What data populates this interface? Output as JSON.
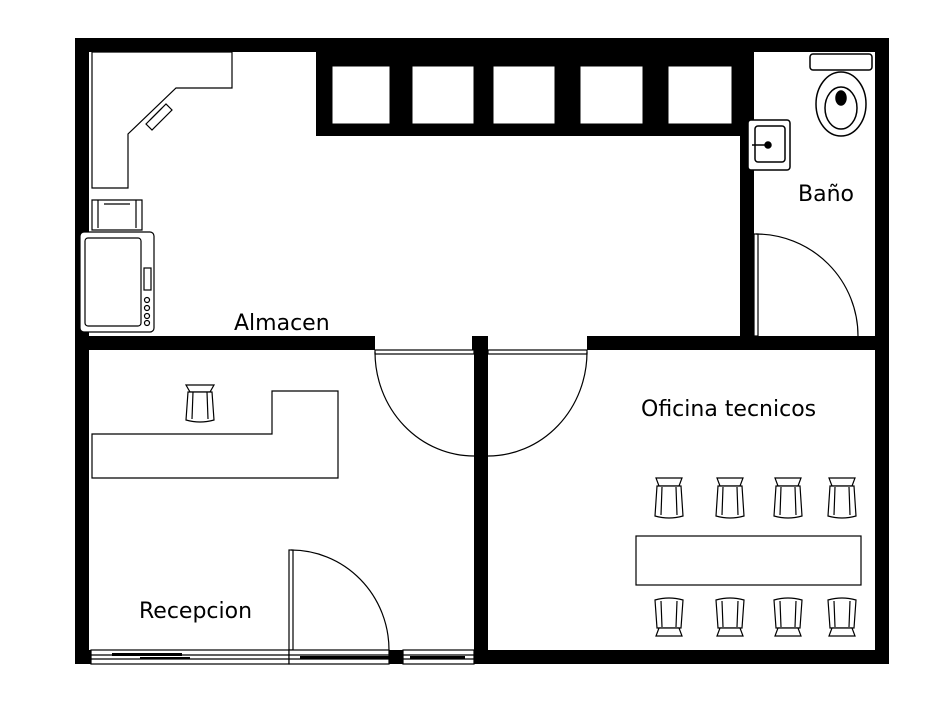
{
  "rooms": {
    "almacen": "Almacen",
    "bano": "Baño",
    "oficina": "Oficina tecnicos",
    "recepcion": "Recepcion"
  }
}
